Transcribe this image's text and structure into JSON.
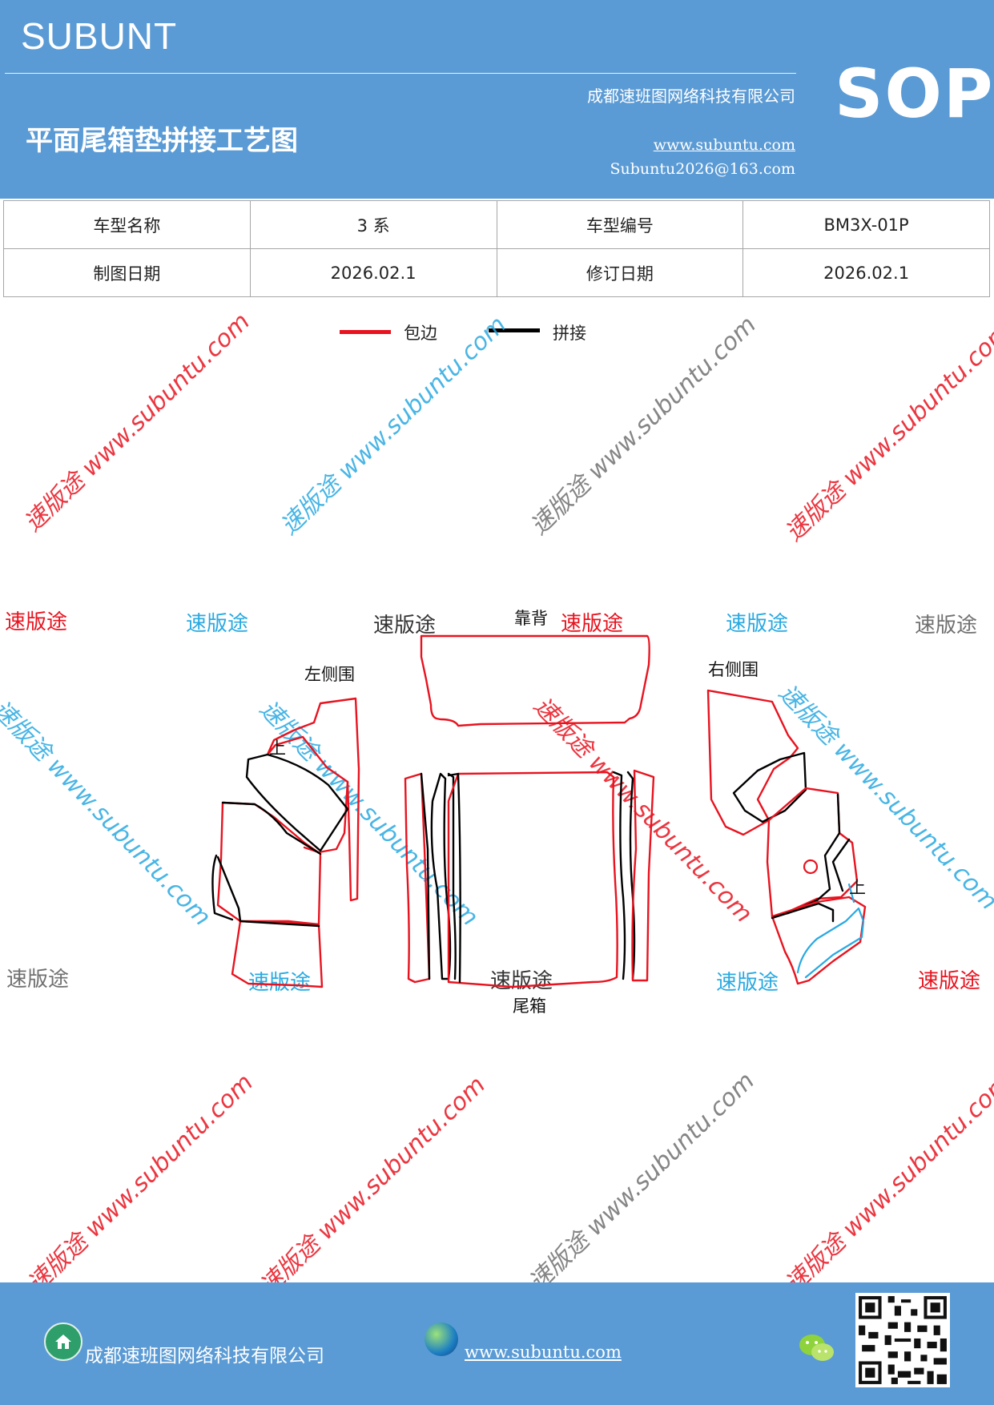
{
  "header": {
    "brand": "SUBUNT",
    "company": "成都速班图网络科技有限公司",
    "title": "平面尾箱垫拼接工艺图",
    "website": "www.subuntu.com",
    "email": "Subuntu2026@163.com",
    "badge": "SOP"
  },
  "info_table": {
    "rows": [
      [
        "车型名称",
        "3 系",
        "车型编号",
        "BM3X-01P"
      ],
      [
        "制图日期",
        "2026.02.1",
        "修订日期",
        "2026.02.1"
      ]
    ]
  },
  "legend": {
    "items": [
      {
        "label": "包边",
        "color": "#e8131f"
      },
      {
        "label": "拼接",
        "color": "#000000"
      }
    ]
  },
  "watermark": {
    "diagonal_text": "速版途 www.subuntu.com",
    "flat_text": "速版途",
    "colors": {
      "red": "#e8131f",
      "blue": "#29a9e1",
      "gray": "#707070"
    }
  },
  "pattern": {
    "labels": {
      "backrest": "靠背",
      "left_side": "左侧围",
      "right_side": "右侧围",
      "trunk": "尾箱",
      "up_left": "上",
      "up_right": "上"
    }
  },
  "footer": {
    "company": "成都速班图网络科技有限公司",
    "website": "www.subuntu.com"
  }
}
